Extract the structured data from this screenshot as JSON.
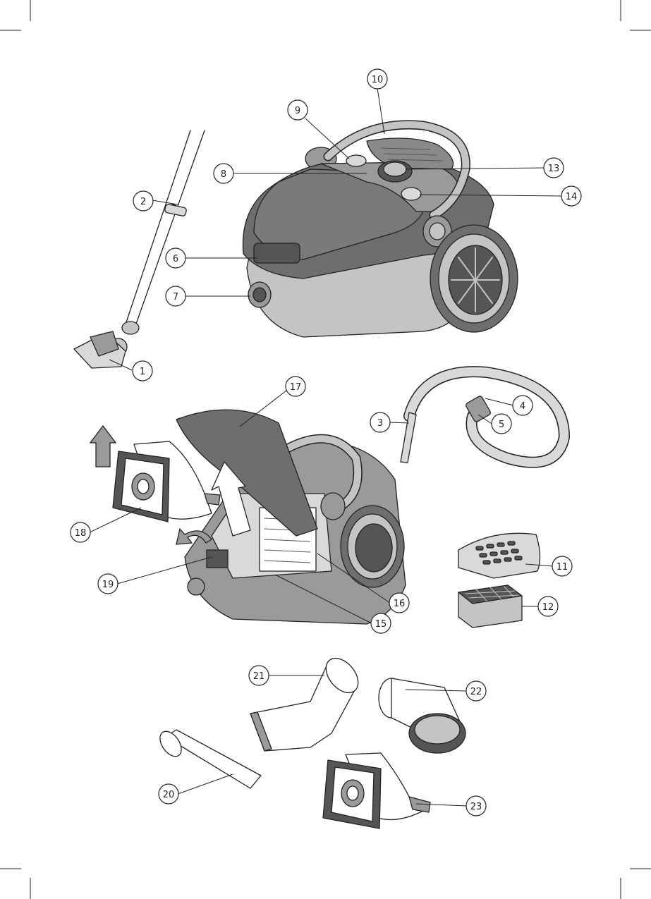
{
  "colors": {
    "ink": "#222222",
    "body_dark": "#6e6e6e",
    "body_mid": "#9a9a9a",
    "body_light": "#c4c4c4",
    "panel_light": "#d9d9d9",
    "paper": "#ffffff"
  },
  "callouts": {
    "c1": "1",
    "c2": "2",
    "c3": "3",
    "c4": "4",
    "c5": "5",
    "c6": "6",
    "c7": "7",
    "c8": "8",
    "c9": "9",
    "c10": "10",
    "c11": "11",
    "c12": "12",
    "c13": "13",
    "c14": "14",
    "c15": "15",
    "c16": "16",
    "c17": "17",
    "c18": "18",
    "c19": "19",
    "c20": "20",
    "c21": "21",
    "c22": "22",
    "c23": "23"
  },
  "icons": {
    "crop_marks": "crop-mark-icon",
    "arrows": "direction-arrow-icon"
  }
}
